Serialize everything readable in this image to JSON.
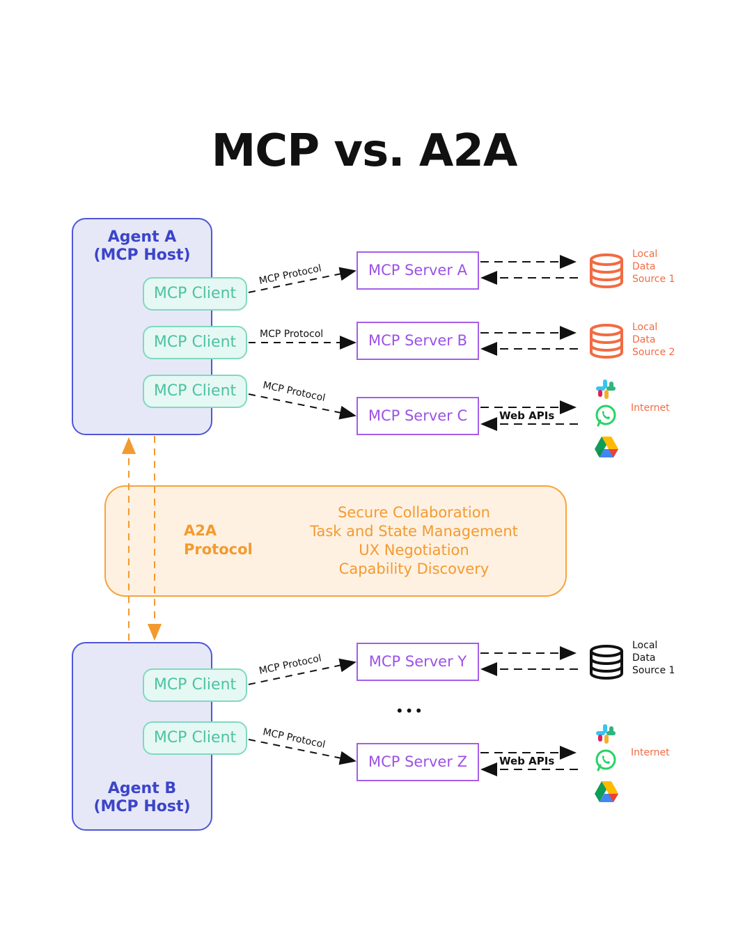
{
  "title": "MCP vs. A2A",
  "agents": {
    "a": {
      "line1": "Agent A",
      "line2": "(MCP Host)"
    },
    "b": {
      "line1": "Agent B",
      "line2": "(MCP Host)"
    }
  },
  "clients": {
    "label": "MCP Client"
  },
  "protocol_label": "MCP Protocol",
  "web_apis_label": "Web APIs",
  "servers": {
    "a": "MCP Server A",
    "b": "MCP Server B",
    "c": "MCP Server C",
    "y": "MCP Server Y",
    "z": "MCP Server Z"
  },
  "data_sources": {
    "local1_top": {
      "l1": "Local",
      "l2": "Data",
      "l3": "Source 1"
    },
    "local2": {
      "l1": "Local",
      "l2": "Data",
      "l3": "Source 2"
    },
    "local1_bottom": {
      "l1": "Local",
      "l2": "Data",
      "l3": "Source 1"
    }
  },
  "internet_label": "Internet",
  "a2a": {
    "title_l1": "A2A",
    "title_l2": "Protocol",
    "features": [
      "Secure Collaboration",
      "Task and State Management",
      "UX Negotiation",
      "Capability Discovery"
    ]
  },
  "ellipsis": "•••",
  "colors": {
    "agent": "#4f55d6",
    "client": "#4cc3a0",
    "server": "#9b52e6",
    "datasource": "#f26b43",
    "a2a": "#f39a2f"
  },
  "icons": {
    "database": "database-icon",
    "slack": "slack-icon",
    "whatsapp": "whatsapp-icon",
    "drive": "google-drive-icon"
  }
}
